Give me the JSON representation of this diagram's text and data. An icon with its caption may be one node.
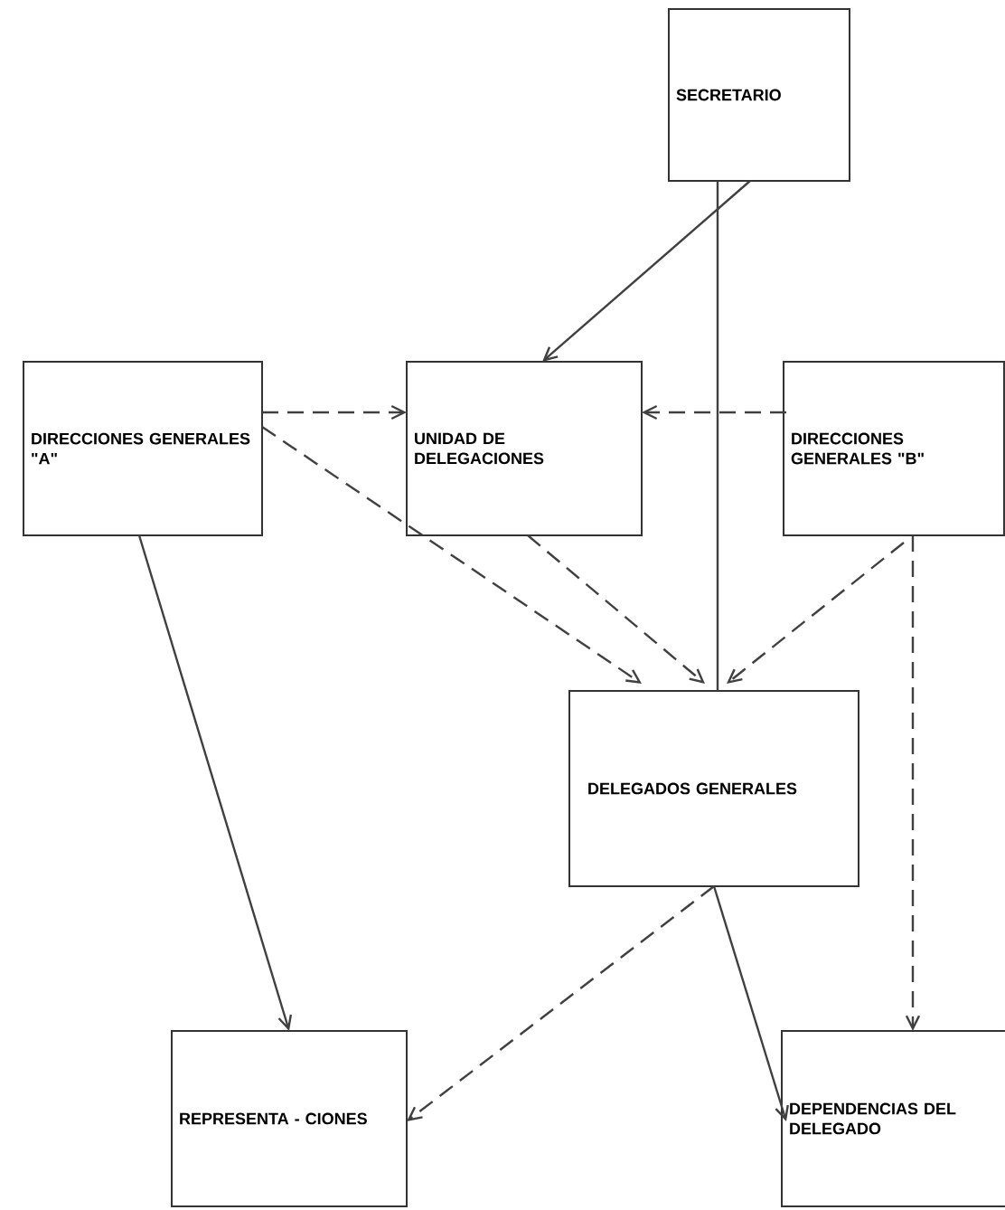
{
  "diagram": {
    "nodes": [
      {
        "text": [
          "SECRETARIO"
        ]
      },
      {
        "text": [
          "DIRECCIONES GENERALES \"A\""
        ]
      },
      {
        "text": [
          "UNIDAD DE DELEGACIONES"
        ]
      },
      {
        "text": [
          "DIRECCIONES GENERALES \"B\""
        ]
      },
      {
        "text": [
          "DELEGADOS GENERALES"
        ]
      },
      {
        "text": [
          "REPRESENTA - CIONES"
        ]
      },
      {
        "text": [
          "DEPENDENCIAS DEL DELEGADO"
        ]
      }
    ],
    "edges": [
      {
        "from": 0,
        "to": 2,
        "arrow": "to"
      },
      {
        "from": 0,
        "to": 4,
        "arrow": "none"
      },
      {
        "from": 1,
        "to": 2,
        "arrow": "to",
        "style": "dashed"
      },
      {
        "from": 3,
        "to": 2,
        "arrow": "to",
        "style": "dashed"
      },
      {
        "from": 1,
        "to": 4,
        "arrow": "to",
        "style": "dashed"
      },
      {
        "from": 2,
        "to": 4,
        "arrow": "to",
        "style": "dashed"
      },
      {
        "from": 3,
        "to": 4,
        "arrow": "to",
        "style": "dashed"
      },
      {
        "from": 3,
        "to": 6,
        "arrow": "to",
        "style": "dashed"
      },
      {
        "from": 1,
        "to": 5,
        "arrow": "to"
      },
      {
        "from": 4,
        "to": 5,
        "arrow": "to",
        "style": "dashed"
      },
      {
        "from": 4,
        "to": 6,
        "arrow": "to"
      }
    ]
  }
}
